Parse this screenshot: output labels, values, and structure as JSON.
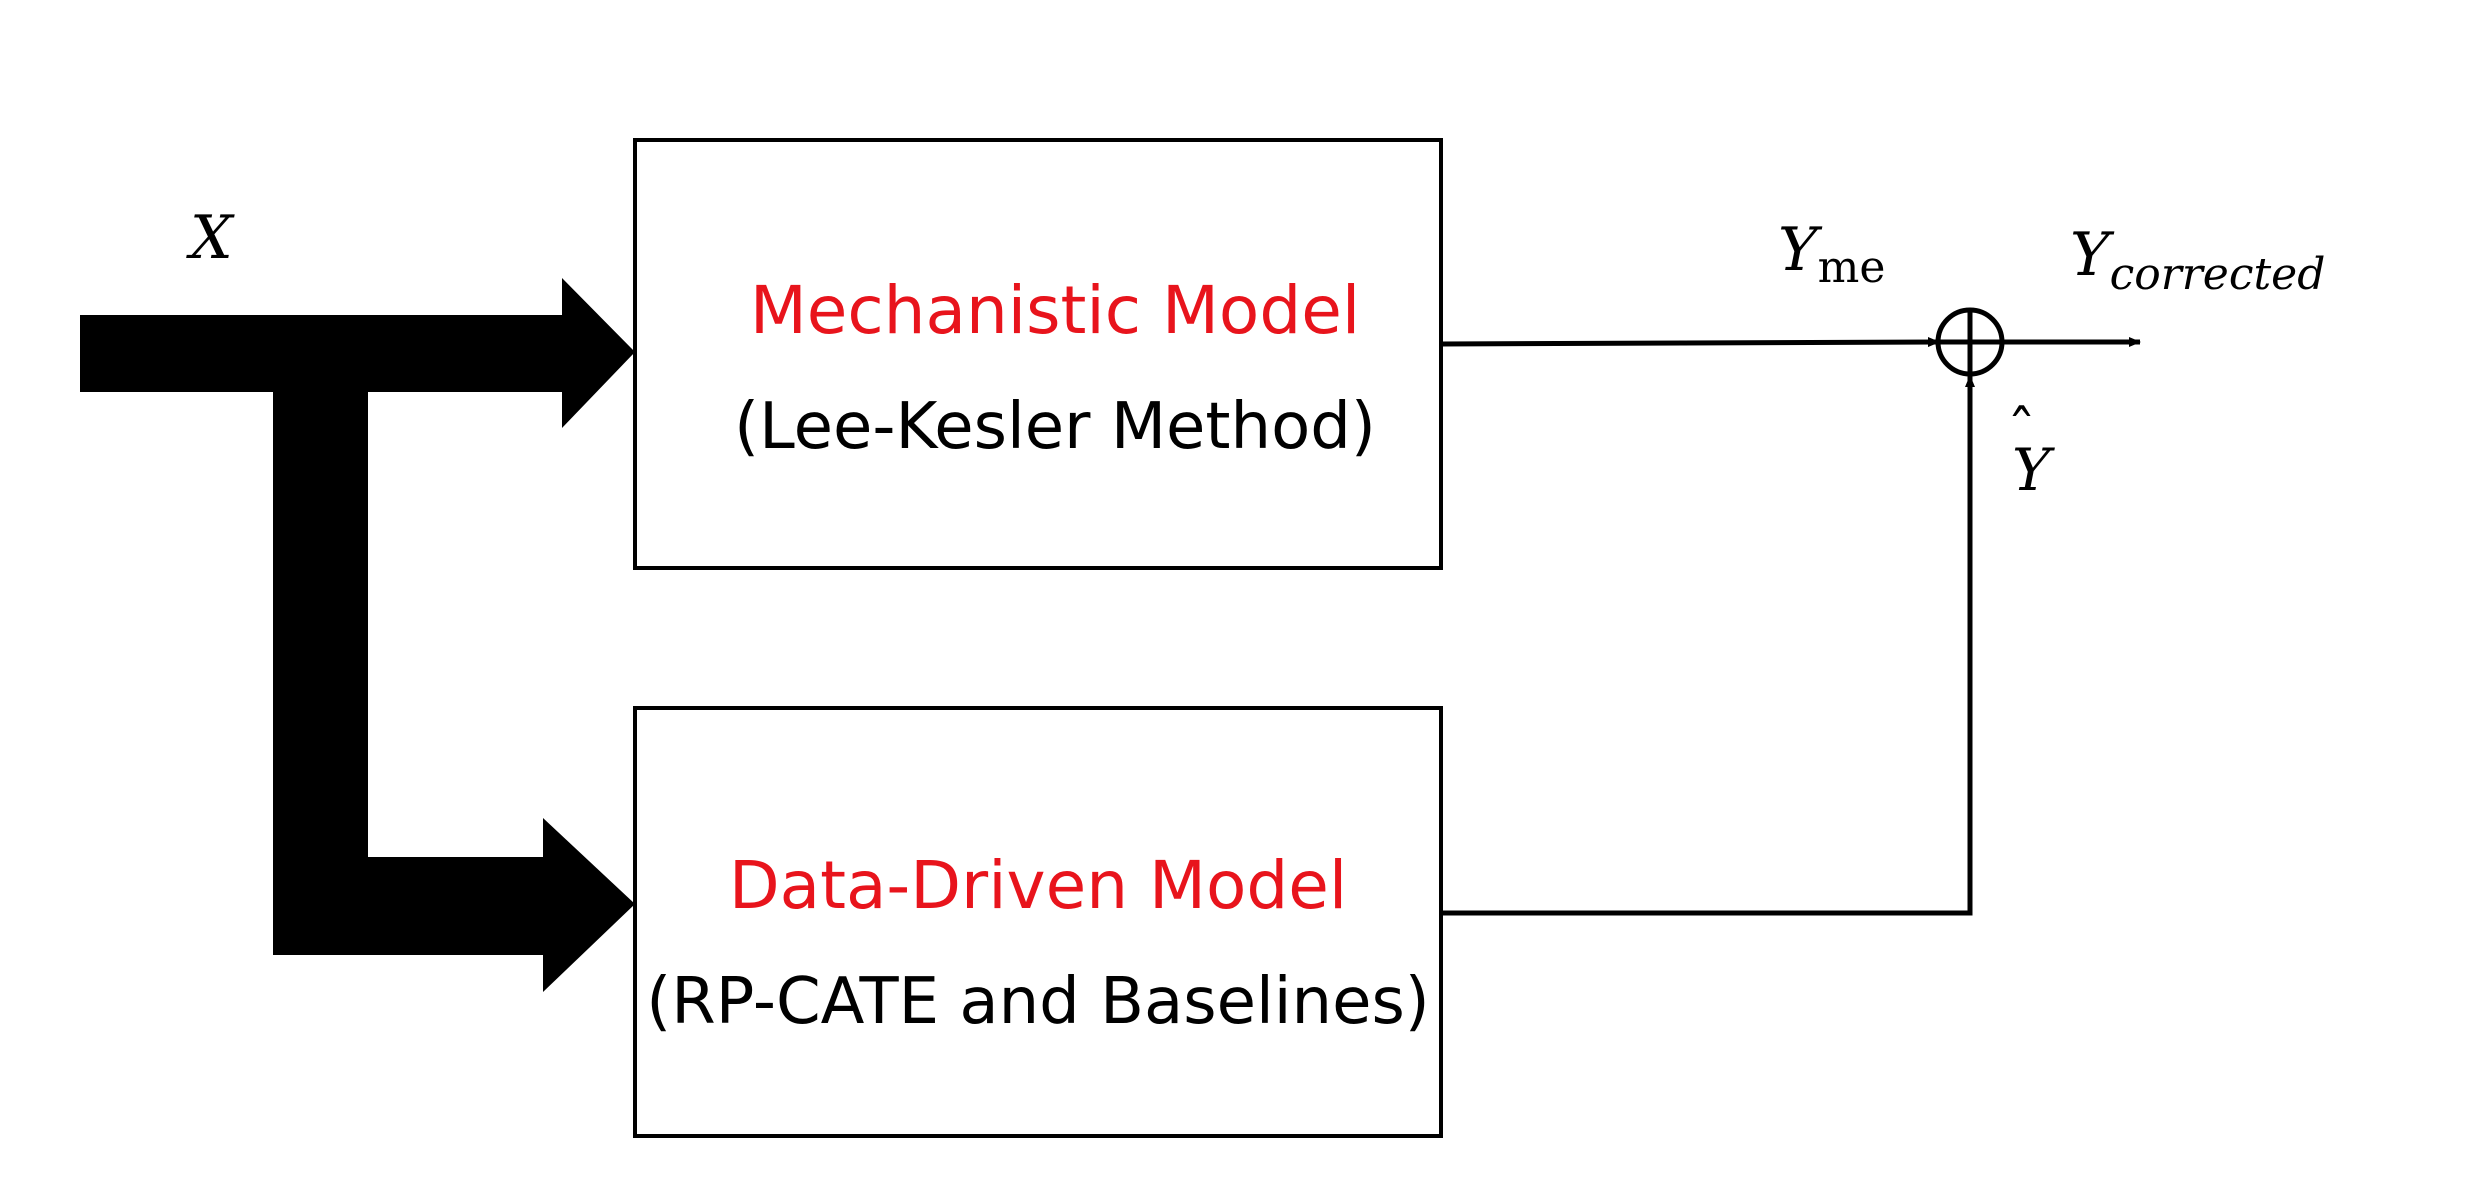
{
  "colors": {
    "title_accent": "#e8141c",
    "text": "#000000",
    "line": "#000000",
    "background": "#ffffff"
  },
  "input": {
    "label": "X"
  },
  "mechanistic_model": {
    "title": "Mechanistic Model",
    "subtitle": "(Lee-Kesler Method)"
  },
  "data_driven_model": {
    "title": "Data-Driven Model",
    "subtitle": "(RP-CATE and Baselines)"
  },
  "outputs": {
    "y_me": {
      "base": "Y",
      "subscript": "me"
    },
    "y_hat": {
      "base": "Y",
      "hat": "̂"
    },
    "y_corrected": {
      "base": "Y",
      "subscript": "corrected"
    }
  },
  "sum_node": {
    "symbol": "+"
  }
}
